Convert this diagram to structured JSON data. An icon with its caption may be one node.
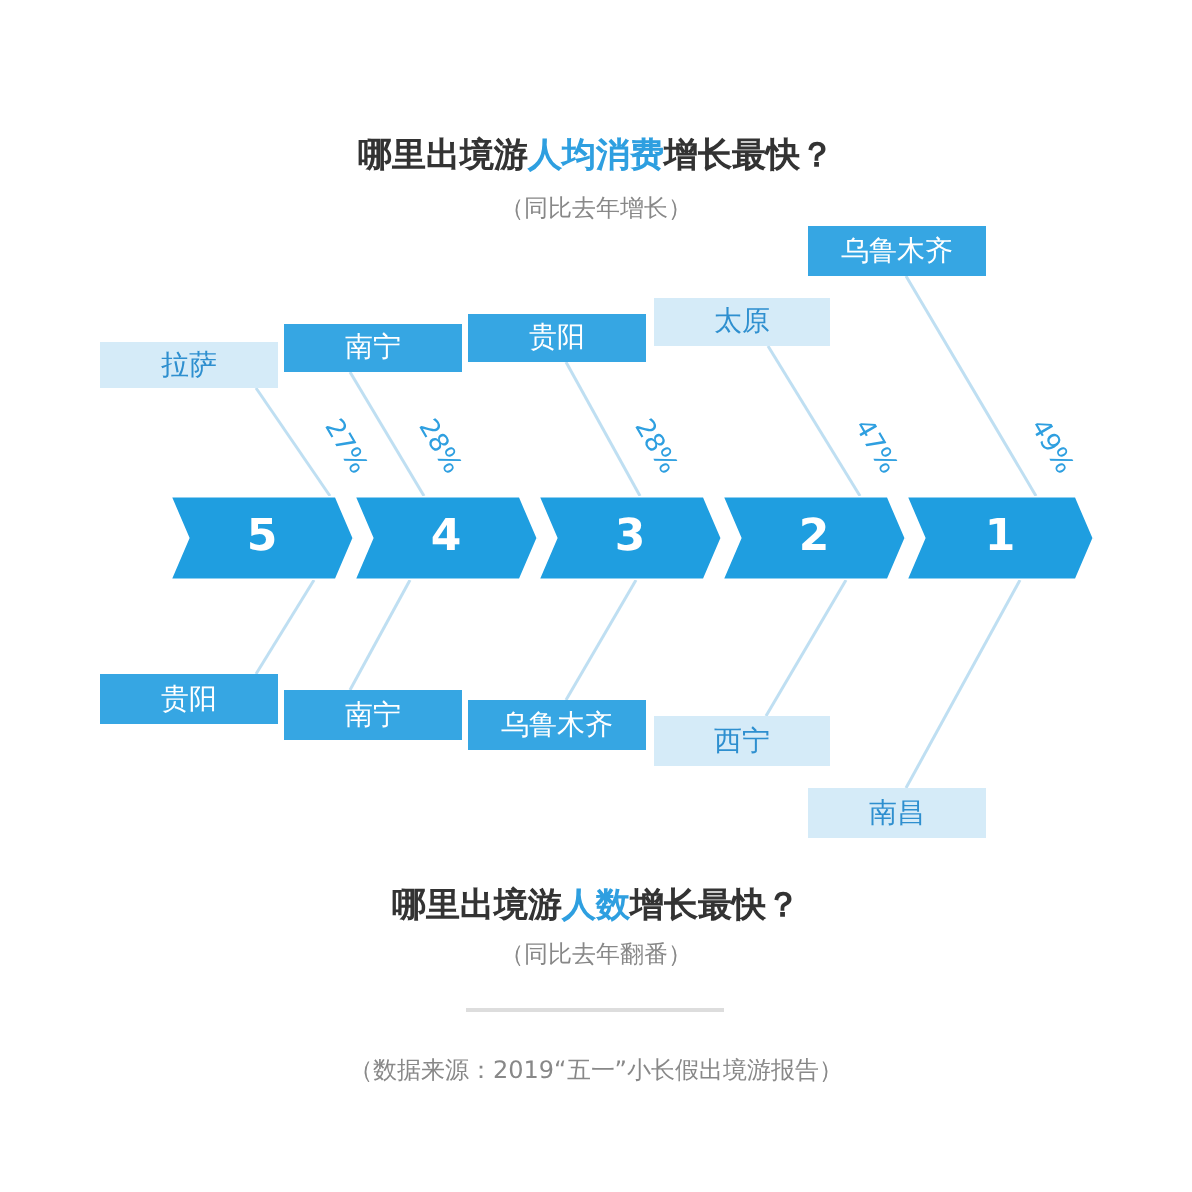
{
  "diagram": {
    "title": "哪里出境游**人均消费**增长最快？",
    "nodes": [
      {
        "text": [
          "5"
        ]
      },
      {
        "text": [
          "4"
        ]
      },
      {
        "text": [
          "3"
        ]
      },
      {
        "text": [
          "2"
        ]
      },
      {
        "text": [
          "1"
        ]
      },
      {
        "text": [
          "拉萨"
        ]
      },
      {
        "text": [
          "南宁"
        ]
      },
      {
        "text": [
          "贵阳"
        ]
      },
      {
        "text": [
          "太原"
        ]
      },
      {
        "text": [
          "乌鲁木齐"
        ]
      },
      {
        "text": [
          "贵阳"
        ]
      },
      {
        "text": [
          "南宁"
        ]
      },
      {
        "text": [
          "乌鲁木齐"
        ]
      },
      {
        "text": [
          "西宁"
        ]
      },
      {
        "text": [
          "南昌"
        ]
      }
    ],
    "edges": [
      {
        "from": 5,
        "to": 0,
        "arrow": "none",
        "label": "27%"
      },
      {
        "from": 6,
        "to": 1,
        "arrow": "none",
        "label": "28%"
      },
      {
        "from": 7,
        "to": 2,
        "arrow": "none",
        "label": "28%"
      },
      {
        "from": 8,
        "to": 3,
        "arrow": "none",
        "label": "47%"
      },
      {
        "from": 9,
        "to": 4,
        "arrow": "none",
        "label": "49%"
      },
      {
        "from": 0,
        "to": 10,
        "arrow": "none"
      },
      {
        "from": 1,
        "to": 11,
        "arrow": "none"
      },
      {
        "from": 2,
        "to": 12,
        "arrow": "none"
      },
      {
        "from": 3,
        "to": 13,
        "arrow": "none"
      },
      {
        "from": 4,
        "to": 14,
        "arrow": "none"
      }
    ],
    "labels": [
      "（同比去年增长）",
      "哪里出境游**人数**增长最快？",
      "（同比去年翻番）",
      "（数据来源：2019“五一”小长假出境游报告）"
    ]
  }
}
